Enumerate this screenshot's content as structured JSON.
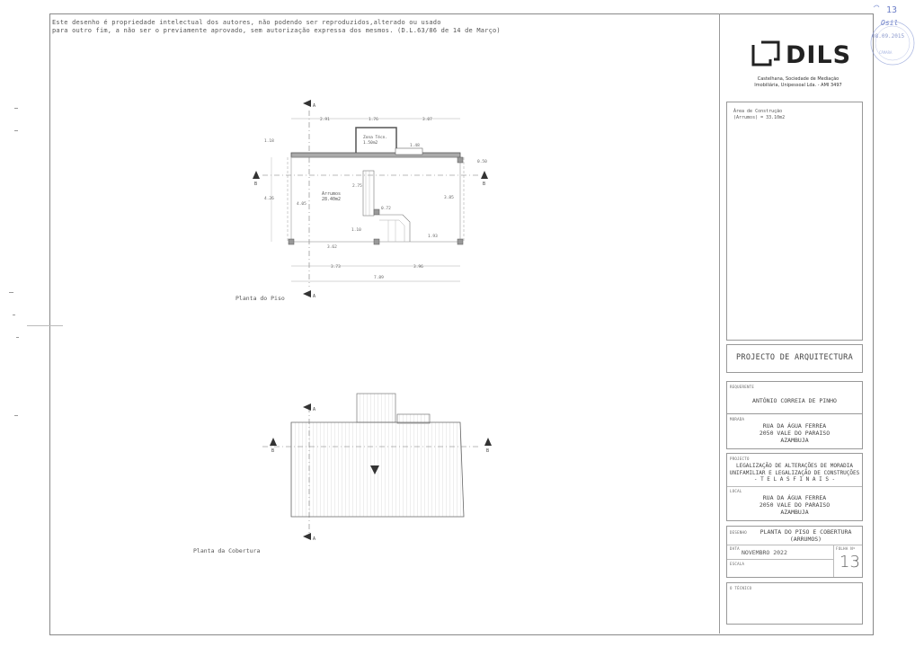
{
  "notice": {
    "line1": "Este desenho é propriedade intelectual dos autores, não podendo ser reproduzidos,alterado ou usado",
    "line2": "para outro fim, a não ser o previamente aprovado, sem autorização expressa dos mesmos. (D.L.63/86 de 14 de Março)"
  },
  "logo": {
    "text": "DILS",
    "company_line1": "Castelhana, Sociedade de Mediação",
    "company_line2": "Imobiliária, Unipessoal Lda. - AMI 3497"
  },
  "area": {
    "line1": "Área de Construção",
    "line2": "(Arrumos) = 33.10m2"
  },
  "project_title": "PROJECTO DE ARQUITECTURA",
  "requerente": {
    "label": "REQUERENTE",
    "value": "ANTÓNIO CORREIA DE PINHO"
  },
  "morada": {
    "label": "MORADA",
    "line1": "RUA DA ÁGUA FERREA",
    "line2": "2050 VALE DO PARAISO",
    "line3": "AZAMBUJA"
  },
  "projecto": {
    "label": "PROJECTO",
    "line1": "LEGALIZAÇÃO DE ALTERAÇÕES DE MORADIA",
    "line2": "UNIFAMILIAR E LEGALIZAÇÃO DE CONSTRUÇÕES",
    "line3": "- T E L A S   F I N A I S -"
  },
  "local": {
    "label": "LOCAL",
    "line1": "RUA DA ÁGUA FERREA",
    "line2": "2050 VALE DO PARAISO",
    "line3": "AZAMBUJA"
  },
  "desenho": {
    "label": "DESENHO",
    "line1": "PLANTA DO PISO E COBERTURA",
    "line2": "(ARRUMOS)"
  },
  "data": {
    "label": "DATA",
    "value": "NOVEMBRO 2022"
  },
  "folha": {
    "label": "FOLHA Nº",
    "value": "13"
  },
  "escala": {
    "label": "ESCALA"
  },
  "tecnico": {
    "label": "O TÉCNICO"
  },
  "stamp": {
    "number": "13",
    "initials": "Osil"
  },
  "plan_floor": {
    "caption": "Planta do Piso",
    "room_name": "Arrumos",
    "room_area": "28.40m2",
    "zone_name": "Zona Técn.",
    "zone_area": "1.50m2",
    "section_a": "A",
    "section_b": "B",
    "dims": {
      "d1": "2.91",
      "d2": "1.76",
      "d3": "3.07",
      "d4": "1.48",
      "d5": "1.18",
      "d6": "0.50",
      "d7": "2.75",
      "d8": "4.26",
      "d9": "4.05",
      "d10": "3.85",
      "d11": "0.72",
      "d12": "1.10",
      "d13": "3.62",
      "d14": "1.93",
      "d15": "3.73",
      "d16": "3.96",
      "d17": "7.89"
    }
  },
  "plan_roof": {
    "caption": "Planta da Cobertura",
    "section_a": "A",
    "section_b": "B"
  }
}
